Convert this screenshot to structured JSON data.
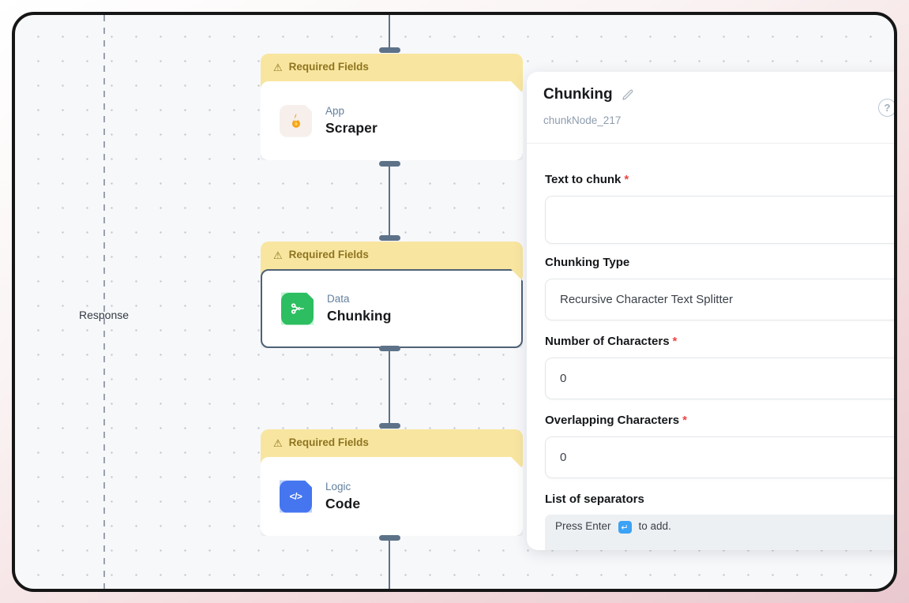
{
  "canvas": {
    "response_label": "Response",
    "nodes": [
      {
        "banner": "Required Fields",
        "category": "App",
        "name": "Scraper",
        "icon": "flame-icon"
      },
      {
        "banner": "Required Fields",
        "category": "Data",
        "name": "Chunking",
        "icon": "scissors-icon",
        "selected": true
      },
      {
        "banner": "Required Fields",
        "category": "Logic",
        "name": "Code",
        "icon": "code-icon"
      }
    ]
  },
  "panel": {
    "title": "Chunking",
    "node_id": "chunkNode_217",
    "fields": [
      {
        "label": "Text to chunk",
        "required": "*",
        "value": "",
        "type": "textarea"
      },
      {
        "label": "Chunking Type",
        "required": "",
        "value": "Recursive Character Text Splitter",
        "type": "select"
      },
      {
        "label": "Number of Characters",
        "required": "*",
        "value": "0",
        "type": "input"
      },
      {
        "label": "Overlapping Characters",
        "required": "*",
        "value": "0",
        "type": "input"
      },
      {
        "label": "List of separators",
        "required": "",
        "hint_prefix": "Press Enter",
        "hint_suffix": "to add.",
        "type": "tag-input"
      }
    ]
  },
  "glyphs": {
    "warning": "⚠",
    "question": "?",
    "enter": "↵",
    "code": "</>"
  },
  "colors": {
    "banner_bg": "#f8e6a0",
    "banner_text": "#8f7420",
    "selected_border": "#4e6176",
    "edge": "#5d7288",
    "flame_orange": "#f6a21c",
    "scissors_green": "#2cbe60",
    "code_blue": "#4576f0",
    "required_red": "#ef4444",
    "enter_badge_blue": "#3ba2f4",
    "canvas_bg": "#f7f8fa",
    "frame_border": "#161616"
  }
}
